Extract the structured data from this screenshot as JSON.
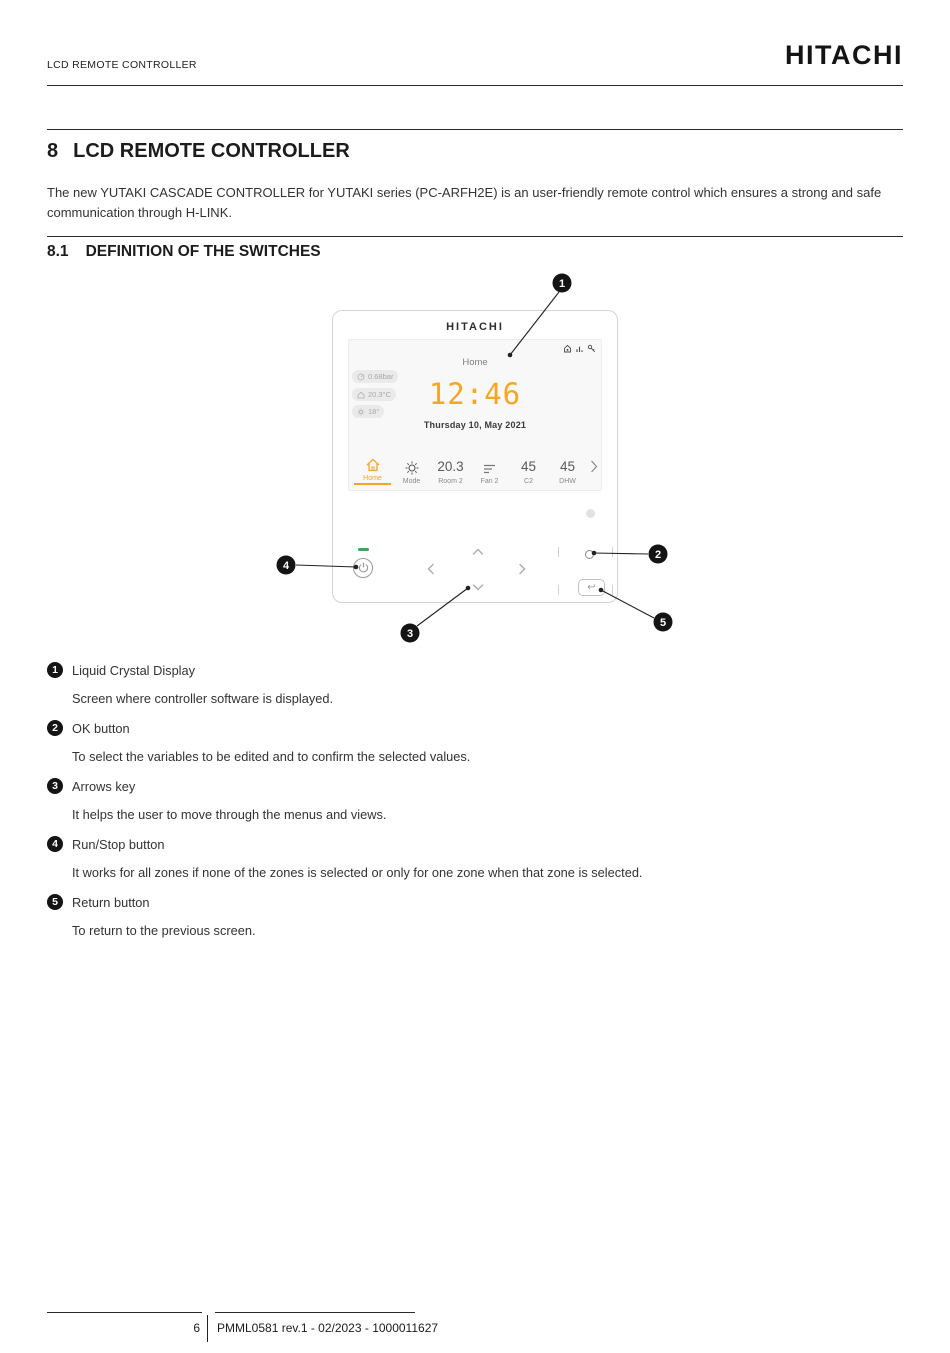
{
  "header": {
    "doc_title": "LCD REMOTE CONTROLLER",
    "brand": "HITACHI"
  },
  "section": {
    "number": "8",
    "title": "LCD REMOTE CONTROLLER",
    "intro": "The new YUTAKI CASCADE CONTROLLER for YUTAKI series (PC-ARFH2E) is an user-friendly remote control which ensures a strong and safe communication through H-LINK."
  },
  "subsection": {
    "number": "8.1",
    "title": "DEFINITION OF THE SWITCHES"
  },
  "device": {
    "brand": "HITACHI",
    "screen": {
      "view_title": "Home",
      "pressure_pill": "0.68bar",
      "water_temp_pill": "20.3°C",
      "outdoor_temp_pill": "18°",
      "time": "12:46",
      "date": "Thursday 10, May 2021",
      "menu": [
        {
          "label": "Home"
        },
        {
          "label": "Mode"
        },
        {
          "label": "Room 2",
          "value": "20.3"
        },
        {
          "label": "Fan 2"
        },
        {
          "label": "C2",
          "value": "45"
        },
        {
          "label": "DHW",
          "value": "45"
        }
      ]
    }
  },
  "icons": {
    "return_arrow": "↩"
  },
  "callouts": [
    "1",
    "2",
    "3",
    "4",
    "5"
  ],
  "legend": [
    {
      "num": "1",
      "title": "Liquid Crystal Display",
      "desc": "Screen where controller software is displayed."
    },
    {
      "num": "2",
      "title": "OK button",
      "desc": "To select the variables to be edited and to confirm the selected values."
    },
    {
      "num": "3",
      "title": "Arrows key",
      "desc": "It helps the user to move through the menus and views."
    },
    {
      "num": "4",
      "title": "Run/Stop button",
      "desc": "It works for all zones if none of the zones is selected or only for one zone when that zone is selected."
    },
    {
      "num": "5",
      "title": "Return button",
      "desc": "To return to the previous screen."
    }
  ],
  "footer": {
    "page_number": "6",
    "reference": "PMML0581 rev.1 - 02/2023 - 1000011627"
  },
  "colors": {
    "accent_orange": "#f5a623",
    "run_led_green": "#43a45c",
    "callout_black": "#141414"
  }
}
